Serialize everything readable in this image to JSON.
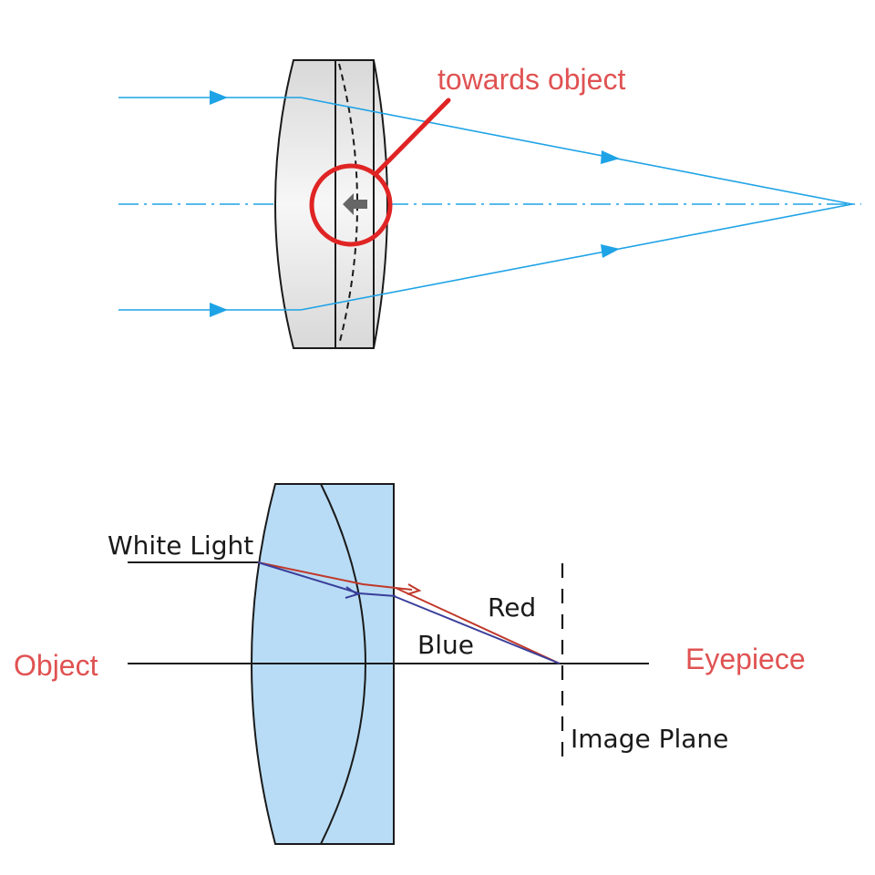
{
  "top_diagram": {
    "callout_label": "towards object",
    "ray_color": "#1ea3e6",
    "callout_color": "#e02424",
    "lens_fill": "#ececec"
  },
  "bottom_diagram": {
    "labels": {
      "white_light": "White Light",
      "red": "Red",
      "blue": "Blue",
      "object": "Object",
      "eyepiece": "Eyepiece",
      "image_plane": "Image Plane"
    },
    "lens_fill": "#b8dcf5",
    "red_ray_color": "#c0392b",
    "blue_ray_color": "#3a3f9a",
    "object_label_color": "#e05252"
  }
}
